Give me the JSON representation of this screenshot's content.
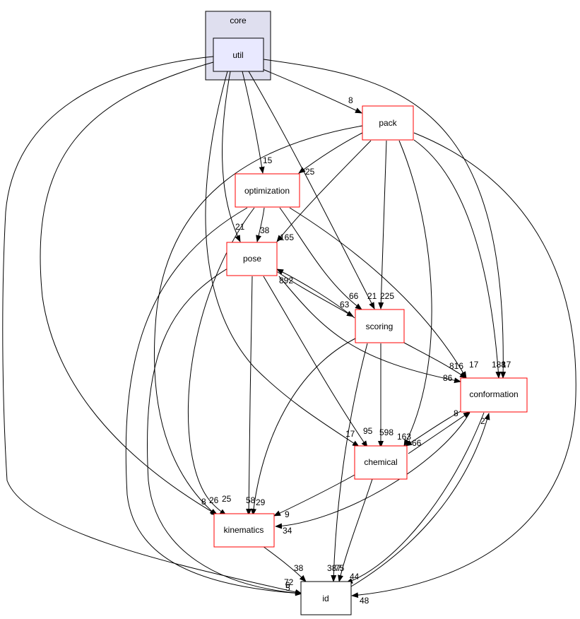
{
  "colors": {
    "cluster_fill": "#dfdfef",
    "cluster_stroke": "#000000",
    "current_node_fill": "#e9e9ff",
    "node_stroke_linked": "#ff0000",
    "node_stroke_plain": "#000000",
    "edge": "#000000"
  },
  "cluster": {
    "label": "core"
  },
  "nodes": {
    "util": "util",
    "pack": "pack",
    "optimization": "optimization",
    "pose": "pose",
    "scoring": "scoring",
    "conformation": "conformation",
    "chemical": "chemical",
    "kinematics": "kinematics",
    "id": "id"
  },
  "edge_labels": {
    "util_pack": "8",
    "util_optimization": "15",
    "util_pose": "21",
    "util_scoring": "21",
    "util_conformation": "17",
    "util_kinematics": "8",
    "util_chemical": "17",
    "util_id": "72",
    "pack_optimization": "25",
    "pack_pose": "165",
    "pack_scoring": "225",
    "pack_conformation": "188",
    "pack_chemical": "163",
    "pack_kinematics": "26",
    "pack_id": "48",
    "optimization_pose": "38",
    "optimization_scoring": "66",
    "optimization_conformation": "17",
    "optimization_kinematics": "25",
    "optimization_id": "6",
    "pose_scoring": "63",
    "pose_conformation": "86",
    "pose_chemical": "95",
    "pose_kinematics": "58",
    "pose_id": "5",
    "scoring_pose": "892",
    "scoring_conformation": "816",
    "scoring_chemical": "598",
    "scoring_kinematics": "29",
    "scoring_id": "387",
    "conformation_chemical": "66",
    "conformation_kinematics": "34",
    "conformation_id": "75",
    "chemical_conformation": "8",
    "chemical_kinematics": "9",
    "chemical_id": "44",
    "kinematics_id": "38",
    "id_conformation": "2"
  }
}
